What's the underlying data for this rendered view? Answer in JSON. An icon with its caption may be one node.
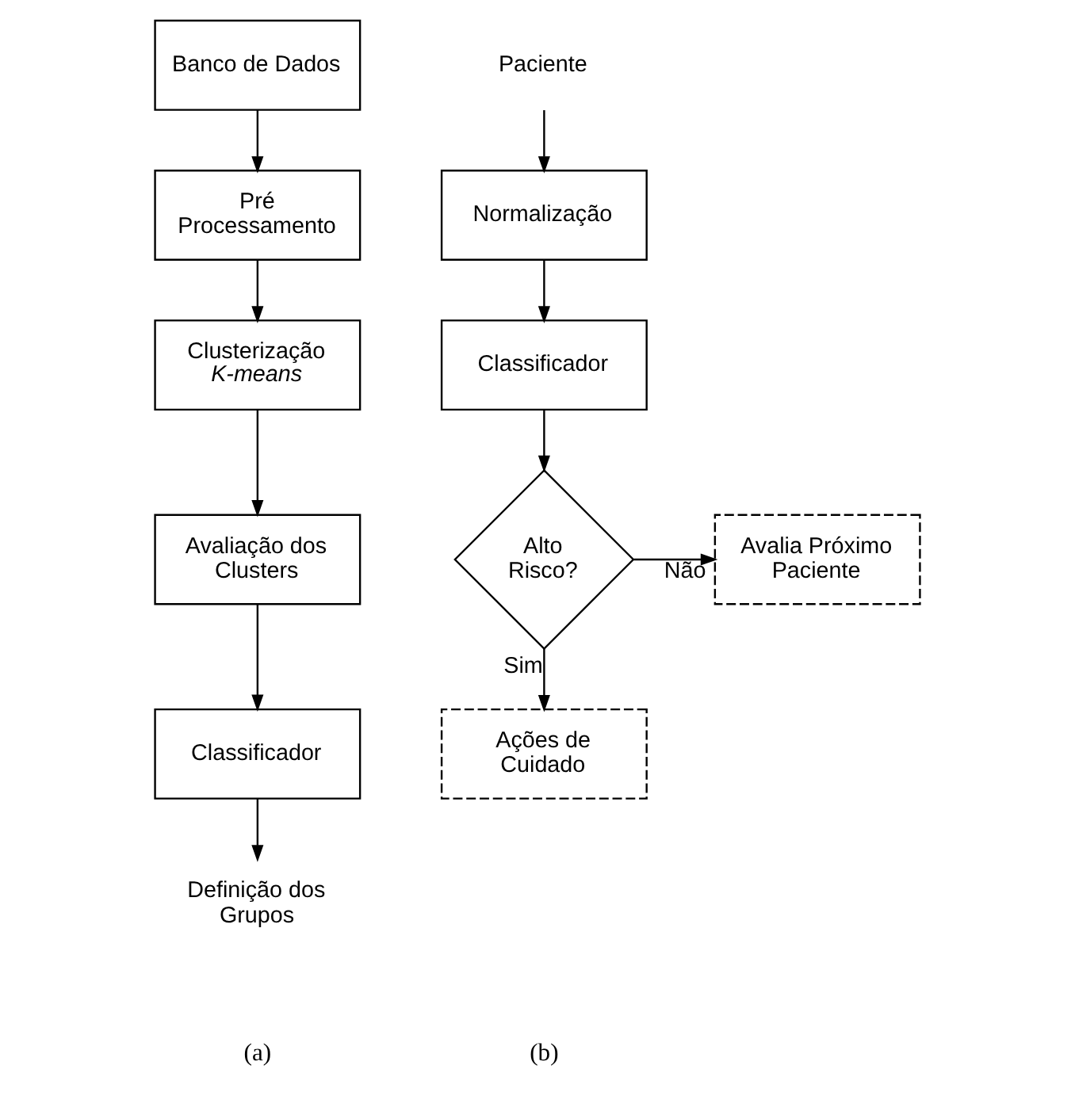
{
  "diagram": {
    "nodes": [
      {
        "text": [
          "Banco de Dados"
        ]
      },
      {
        "text": [
          "Pré Processamento"
        ]
      },
      {
        "text": [
          "Clusterização *K-means*"
        ]
      },
      {
        "text": [
          "Avaliação dos Clusters"
        ]
      },
      {
        "text": [
          "Classificador"
        ]
      },
      {
        "text": [
          "Definição dos Grupos"
        ]
      },
      {
        "text": [
          "Paciente"
        ]
      },
      {
        "text": [
          "Normalização"
        ]
      },
      {
        "text": [
          "Classificador"
        ]
      },
      {
        "text": [
          "Alto Risco?"
        ]
      },
      {
        "text": [
          "Avalia Próximo Paciente"
        ]
      },
      {
        "text": [
          "Ações de Cuidado"
        ]
      }
    ],
    "edges": [
      {
        "from": 0,
        "to": 1,
        "arrow": "to"
      },
      {
        "from": 1,
        "to": 2,
        "arrow": "to"
      },
      {
        "from": 2,
        "to": 3,
        "arrow": "to"
      },
      {
        "from": 3,
        "to": 4,
        "arrow": "to"
      },
      {
        "from": 4,
        "to": 5,
        "arrow": "to"
      },
      {
        "from": 6,
        "to": 7,
        "arrow": "to"
      },
      {
        "from": 7,
        "to": 8,
        "arrow": "to"
      },
      {
        "from": 8,
        "to": 9,
        "arrow": "to"
      },
      {
        "from": 9,
        "to": 10,
        "arrow": "to",
        "label": "Não"
      },
      {
        "from": 9,
        "to": 11,
        "arrow": "to",
        "label": "Sim"
      }
    ],
    "labels": [
      "(a)",
      "(b)"
    ]
  }
}
